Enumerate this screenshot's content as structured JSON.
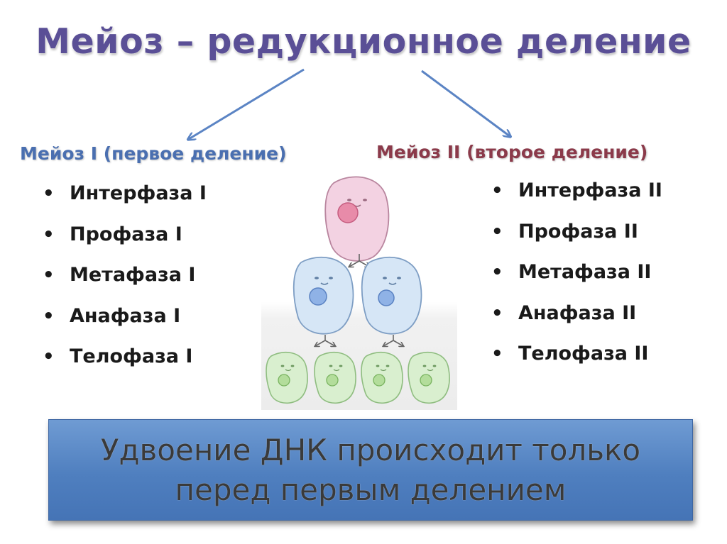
{
  "title": "Мейоз – редукционное деление",
  "meiosis1": {
    "heading": "Мейоз I  (первое деление)",
    "phases": [
      "Интерфаза I",
      "Профаза I",
      "Метафаза I",
      "Анафаза I",
      "Телофаза I"
    ]
  },
  "meiosis2": {
    "heading": "Мейоз II  (второе деление)",
    "phases": [
      "Интерфаза II",
      "Профаза II",
      "Метафаза II",
      "Анафаза II",
      "Телофаза II"
    ]
  },
  "note": {
    "line1": "Удвоение ДНК происходит только",
    "line2": "перед первым делением"
  },
  "colors": {
    "title": "#5a4f96",
    "meiosis1_heading": "#4a6fb0",
    "meiosis2_heading": "#8b3a4a",
    "arrow": "#5b84c4",
    "note_box": "#4f7fbf",
    "cell_pink": "#f3d2e2",
    "cell_blue": "#d6e6f6",
    "cell_green": "#d9efcf"
  }
}
